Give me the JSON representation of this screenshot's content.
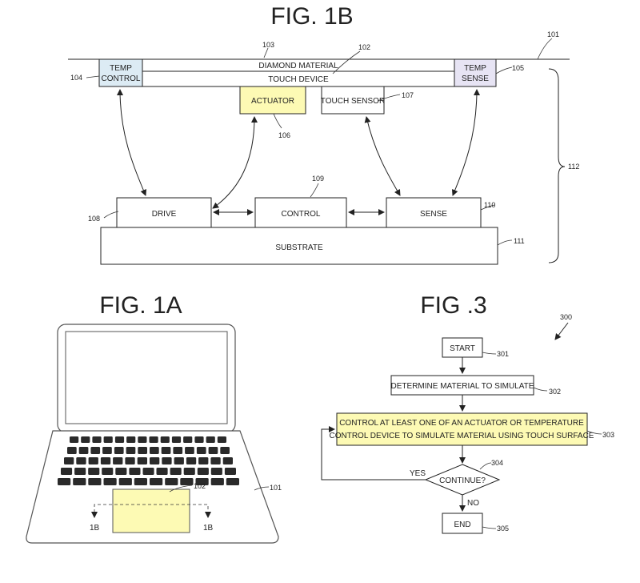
{
  "colors": {
    "yellow": "#fdfab4",
    "blue": "#dcebf4",
    "lavender": "#e7e4f4",
    "ink": "#222222"
  },
  "fig1b": {
    "title": "FIG. 1B",
    "diamond": "DIAMOND MATERIAL",
    "touch_device": "TOUCH DEVICE",
    "temp_control": [
      "TEMP",
      "CONTROL"
    ],
    "temp_sense": [
      "TEMP",
      "SENSE"
    ],
    "actuator": "ACTUATOR",
    "touch_sensor": "TOUCH SENSOR",
    "drive": "DRIVE",
    "control": "CONTROL",
    "sense": "SENSE",
    "substrate": "SUBSTRATE",
    "refs": {
      "r101": "101",
      "r102": "102",
      "r103": "103",
      "r104": "104",
      "r105": "105",
      "r106": "106",
      "r107": "107",
      "r108": "108",
      "r109": "109",
      "r110": "110",
      "r111": "111",
      "r112": "112"
    }
  },
  "fig1a": {
    "title": "FIG. 1A",
    "ref_touchpad": "102",
    "ref_laptop": "101",
    "section_left": "1B",
    "section_right": "1B"
  },
  "fig3": {
    "title": "FIG .3",
    "ref_main": "300",
    "start": "START",
    "determine": "DETERMINE MATERIAL TO SIMULATE",
    "control_line1": "CONTROL AT LEAST ONE OF AN ACTUATOR OR TEMPERATURE",
    "control_line2": "CONTROL DEVICE TO SIMULATE MATERIAL USING TOUCH SURFACE",
    "decision": "CONTINUE?",
    "yes": "YES",
    "no": "NO",
    "end": "END",
    "refs": {
      "r301": "301",
      "r302": "302",
      "r303": "303",
      "r304": "304",
      "r305": "305"
    }
  }
}
